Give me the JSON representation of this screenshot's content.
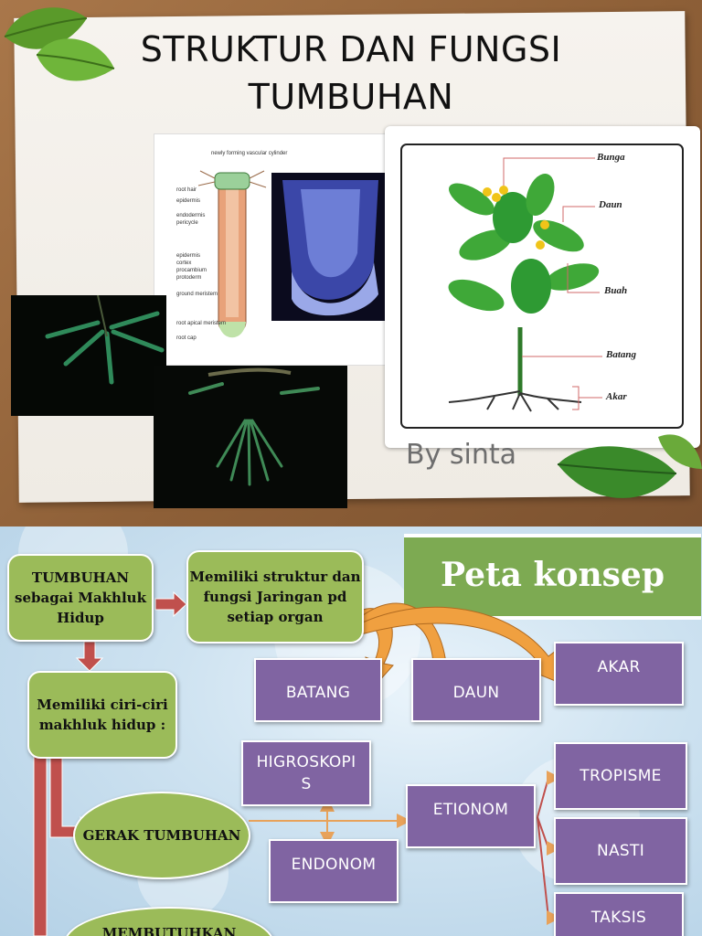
{
  "slide1": {
    "title_line1": "STRUKTUR DAN FUNGSI",
    "title_line2": "TUMBUHAN",
    "byline": "By sinta",
    "root_diagram_labels": [
      "newly forming vascular cylinder",
      "root hair",
      "epidermis",
      "endodermis",
      "pericycle",
      "epidermis",
      "cortex",
      "procambium",
      "protoderm",
      "ground meristem",
      "root apical meristem",
      "root cap"
    ],
    "plant_diagram_labels": [
      "Bunga",
      "Daun",
      "Buah",
      "Batang",
      "Akar"
    ]
  },
  "slide2": {
    "heading": "Peta konsep",
    "nodes": {
      "tumbuhan": "TUMBUHAN sebagai Makhluk Hidup",
      "struktur": "Memiliki struktur dan fungsi Jaringan pd setiap organ",
      "ciri": "Memiliki ciri-ciri makhluk hidup :",
      "gerak": "GERAK TUMBUHAN",
      "membutuhkan": "MEMBUTUHKAN",
      "batang": "BATANG",
      "daun": "DAUN",
      "akar": "AKAR",
      "higroskopis": "HIGROSKOPIS",
      "endonom": "ENDONOM",
      "etionom": "ETIONOM",
      "tropisme": "TROPISME",
      "nasti": "NASTI",
      "taksis": "TAKSIS"
    }
  }
}
